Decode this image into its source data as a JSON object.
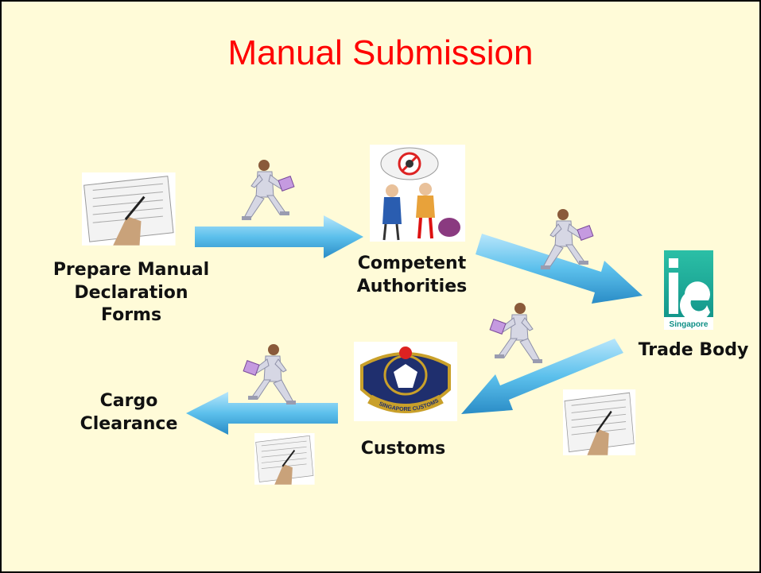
{
  "slide": {
    "title": "Manual Submission",
    "background": "#fffbd8",
    "title_color": "#ff0000",
    "arrow_color": "#5cc0ec"
  },
  "nodes": [
    {
      "id": "prepare",
      "label": "Prepare Manual\nDeclaration\nForms",
      "icon": "writing-form-icon"
    },
    {
      "id": "authorities",
      "label": "Competent\nAuthorities",
      "icon": "inspection-cartoon-icon"
    },
    {
      "id": "trade",
      "label": "Trade Body",
      "icon": "ie-singapore-logo",
      "logo_text": "Singapore"
    },
    {
      "id": "customs",
      "label": "Customs",
      "icon": "customs-crest-icon",
      "logo_text": "SINGAPORE CUSTOMS"
    },
    {
      "id": "cargo",
      "label": "Cargo\nClearance"
    }
  ],
  "flow": [
    "prepare",
    "authorities",
    "trade",
    "customs",
    "cargo"
  ]
}
